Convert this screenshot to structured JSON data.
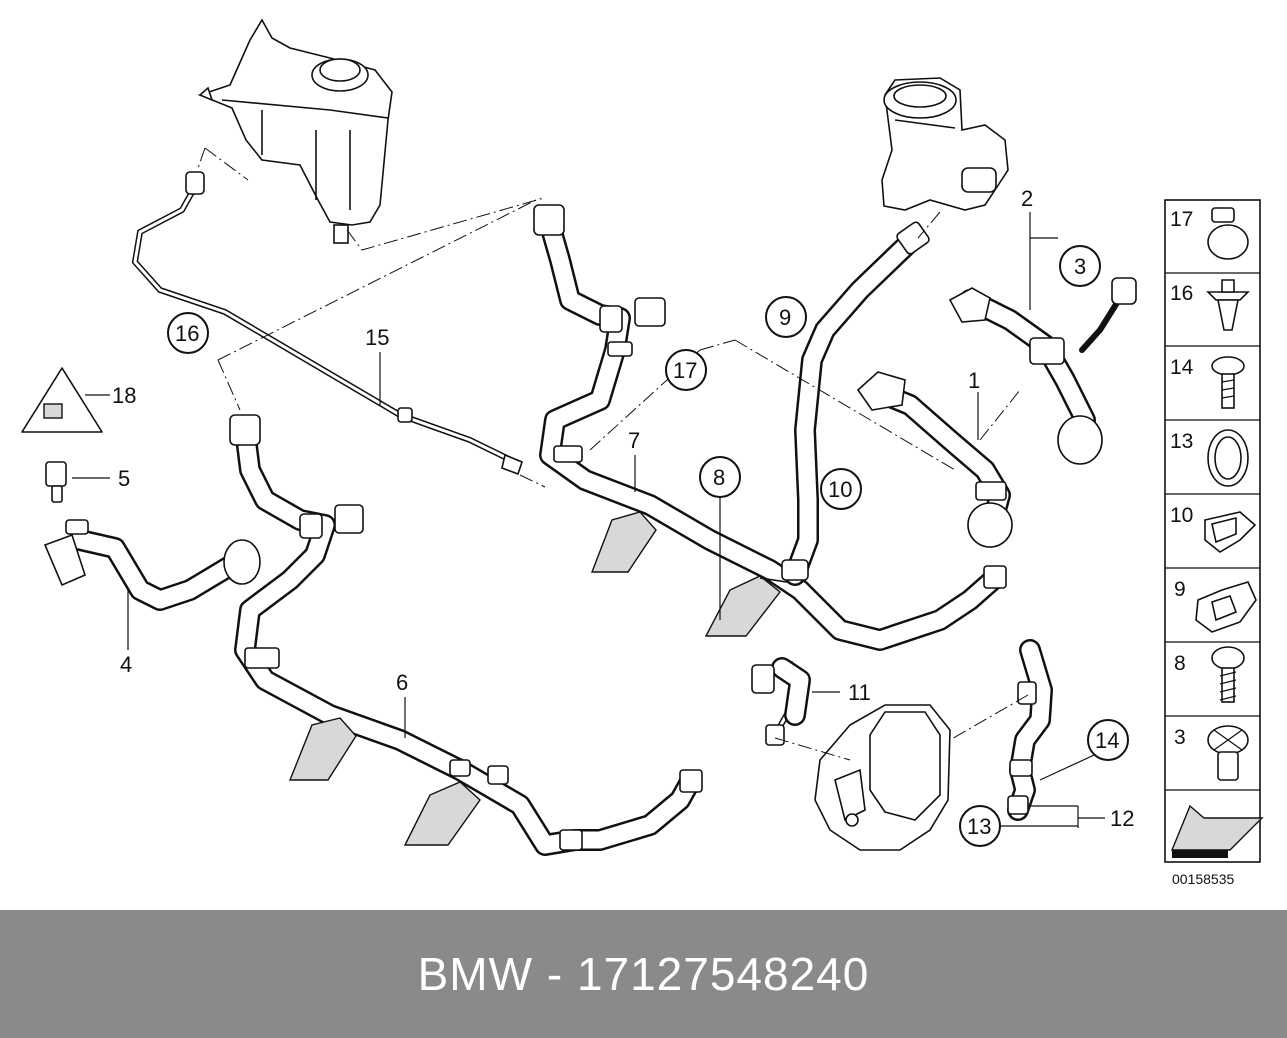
{
  "callouts": {
    "c1": "1",
    "c2": "2",
    "c3": "3",
    "c4": "4",
    "c5": "5",
    "c6": "6",
    "c7": "7",
    "c8": "8",
    "c9": "9",
    "c10": "10",
    "c11": "11",
    "c12": "12",
    "c13": "13",
    "c14": "14",
    "c15": "15",
    "c16": "16",
    "c17": "17",
    "c18": "18"
  },
  "legend": {
    "items": [
      "17",
      "16",
      "14",
      "13",
      "10",
      "9",
      "8",
      "3"
    ]
  },
  "drawing_number": "00158535",
  "footer": {
    "brand": "BMW",
    "separator": "-",
    "part_number": "17127548240"
  }
}
